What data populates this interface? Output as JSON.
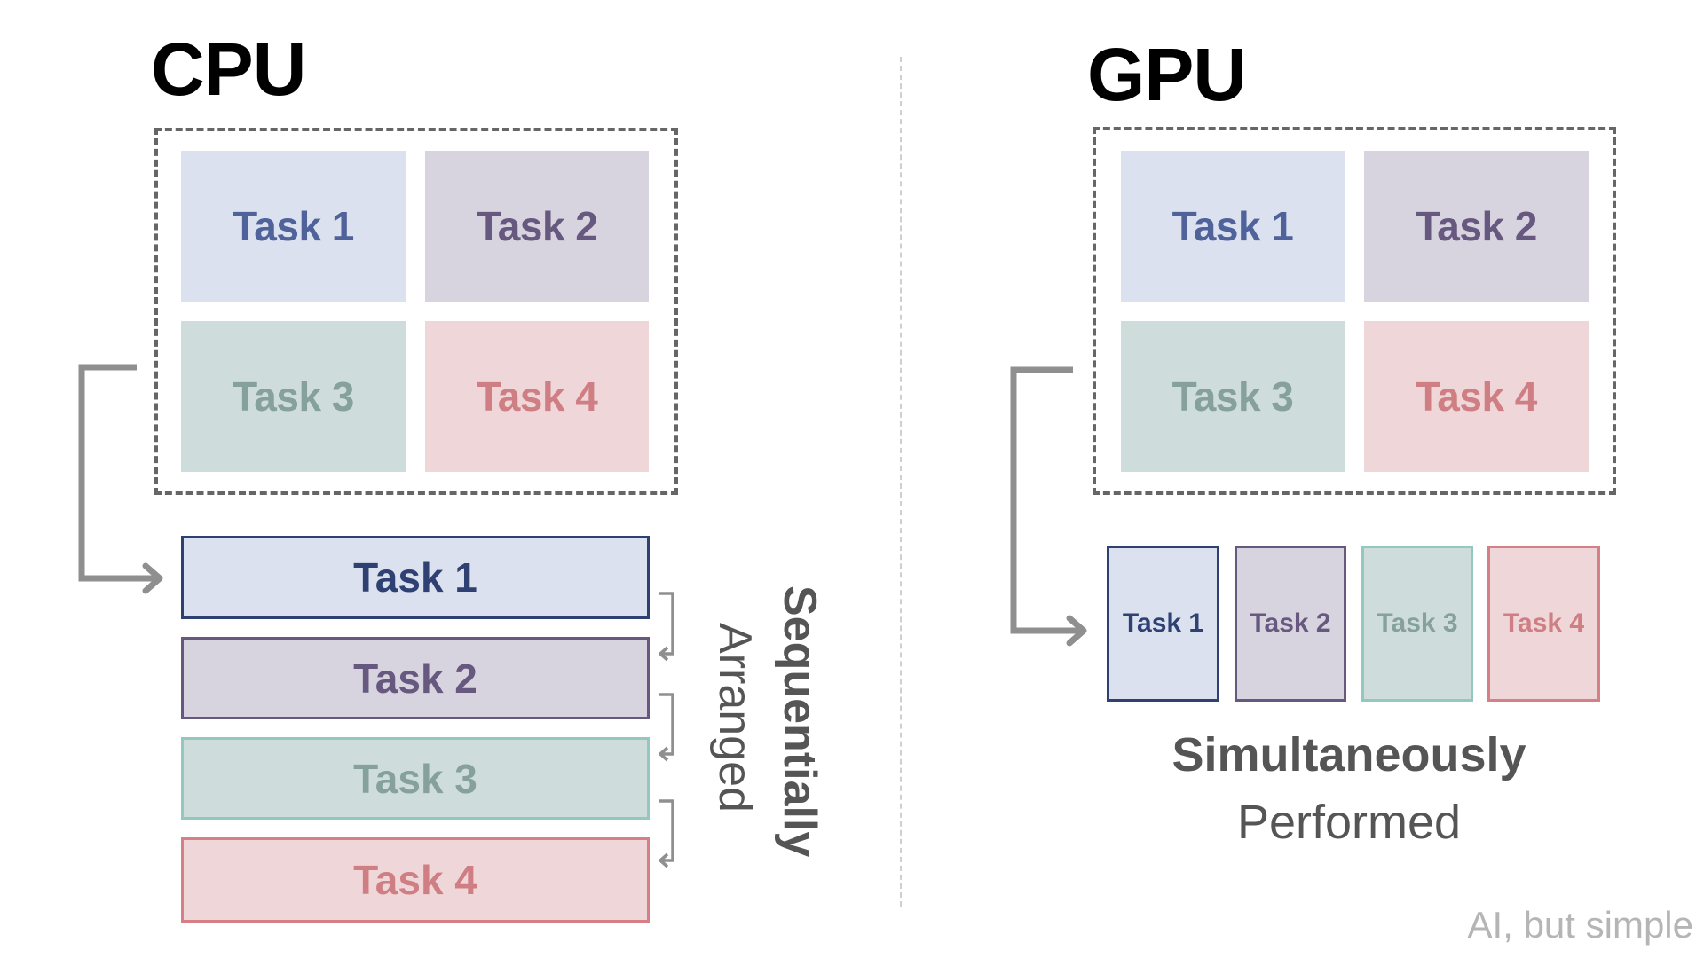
{
  "cpu": {
    "title": "CPU",
    "grid_tasks": [
      {
        "label": "Task 1",
        "fill": "#dbe1ef",
        "text": "#4f629a"
      },
      {
        "label": "Task 2",
        "fill": "#d7d3df",
        "text": "#66587f"
      },
      {
        "label": "Task 3",
        "fill": "#cedcdc",
        "text": "#86a09c"
      },
      {
        "label": "Task 4",
        "fill": "#efd7d9",
        "text": "#cf7f83"
      }
    ],
    "sequence_tasks": [
      {
        "label": "Task 1",
        "fill": "#dbe1ef",
        "border": "#2f4173",
        "text": "#2f4173"
      },
      {
        "label": "Task 2",
        "fill": "#d7d3df",
        "border": "#66587f",
        "text": "#66587f"
      },
      {
        "label": "Task 3",
        "fill": "#cedcdc",
        "border": "#93c8bf",
        "text": "#86a09c"
      },
      {
        "label": "Task 4",
        "fill": "#efd7d9",
        "border": "#d48085",
        "text": "#cf7f83"
      }
    ],
    "caption_bold": "Sequentially",
    "caption_regular": "Arranged"
  },
  "gpu": {
    "title": "GPU",
    "grid_tasks": [
      {
        "label": "Task 1",
        "fill": "#dbe1ef",
        "text": "#4f629a"
      },
      {
        "label": "Task 2",
        "fill": "#d7d3df",
        "text": "#66587f"
      },
      {
        "label": "Task 3",
        "fill": "#cedcdc",
        "text": "#86a09c"
      },
      {
        "label": "Task 4",
        "fill": "#efd7d9",
        "text": "#cf7f83"
      }
    ],
    "parallel_tasks": [
      {
        "label": "Task 1",
        "fill": "#dbe1ef",
        "border": "#2f4173",
        "text": "#2f4173"
      },
      {
        "label": "Task 2",
        "fill": "#d7d3df",
        "border": "#66587f",
        "text": "#66587f"
      },
      {
        "label": "Task 3",
        "fill": "#cedcdc",
        "border": "#93c8bf",
        "text": "#86a09c"
      },
      {
        "label": "Task 4",
        "fill": "#efd7d9",
        "border": "#d48085",
        "text": "#cf7f83"
      }
    ],
    "caption_bold": "Simultaneously",
    "caption_regular": "Performed"
  },
  "colors": {
    "arrow": "#8f8f8f",
    "dashed_border": "#666666",
    "caption": "#555555",
    "watermark": "#b5b5b5"
  },
  "watermark": "AI, but simple"
}
